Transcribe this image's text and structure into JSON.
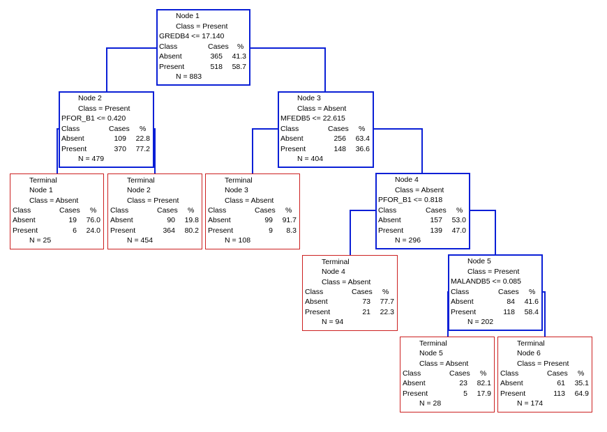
{
  "colors": {
    "split_border": "#0a1fd6",
    "terminal_border": "#cc1f1f",
    "edge": "#0a1fd6"
  },
  "nodes": {
    "n1": {
      "title": "Node 1",
      "cls": "Class = Present",
      "split": "GREDB4 <= 17.140",
      "h_class": "Class",
      "h_cases": "Cases",
      "h_pct": "%",
      "r1_label": "Absent",
      "r1_cases": "365",
      "r1_pct": "41.3",
      "r2_label": "Present",
      "r2_cases": "518",
      "r2_pct": "58.7",
      "n": "N = 883"
    },
    "n2": {
      "title": "Node 2",
      "cls": "Class = Present",
      "split": "PFOR_B1 <=  0.420",
      "h_class": "Class",
      "h_cases": "Cases",
      "h_pct": "%",
      "r1_label": "Absent",
      "r1_cases": "109",
      "r1_pct": "22.8",
      "r2_label": "Present",
      "r2_cases": "370",
      "r2_pct": "77.2",
      "n": "N = 479"
    },
    "n3": {
      "title": "Node 3",
      "cls": "Class = Absent",
      "split": "MFEDB5 <= 22.615",
      "h_class": "Class",
      "h_cases": "Cases",
      "h_pct": "%",
      "r1_label": "Absent",
      "r1_cases": "256",
      "r1_pct": "63.4",
      "r2_label": "Present",
      "r2_cases": "148",
      "r2_pct": "36.6",
      "n": "N = 404"
    },
    "n4": {
      "title": "Node 4",
      "cls": "Class = Absent",
      "split": "PFOR_B1 <=  0.818",
      "h_class": "Class",
      "h_cases": "Cases",
      "h_pct": "%",
      "r1_label": "Absent",
      "r1_cases": "157",
      "r1_pct": "53.0",
      "r2_label": "Present",
      "r2_cases": "139",
      "r2_pct": "47.0",
      "n": "N = 296"
    },
    "n5": {
      "title": "Node 5",
      "cls": "Class = Present",
      "split": "MALANDB5 <=  0.085",
      "h_class": "Class",
      "h_cases": "Cases",
      "h_pct": "%",
      "r1_label": "Absent",
      "r1_cases": "84",
      "r1_pct": "41.6",
      "r2_label": "Present",
      "r2_cases": "118",
      "r2_pct": "58.4",
      "n": "N = 202"
    },
    "t1": {
      "title": "Terminal",
      "title2": "Node 1",
      "cls": "Class = Absent",
      "h_class": "Class",
      "h_cases": "Cases",
      "h_pct": "%",
      "r1_label": "Absent",
      "r1_cases": "19",
      "r1_pct": "76.0",
      "r2_label": "Present",
      "r2_cases": "6",
      "r2_pct": "24.0",
      "n": "N = 25"
    },
    "t2": {
      "title": "Terminal",
      "title2": "Node 2",
      "cls": "Class = Present",
      "h_class": "Class",
      "h_cases": "Cases",
      "h_pct": "%",
      "r1_label": "Absent",
      "r1_cases": "90",
      "r1_pct": "19.8",
      "r2_label": "Present",
      "r2_cases": "364",
      "r2_pct": "80.2",
      "n": "N = 454"
    },
    "t3": {
      "title": "Terminal",
      "title2": "Node 3",
      "cls": "Class = Absent",
      "h_class": "Class",
      "h_cases": "Cases",
      "h_pct": "%",
      "r1_label": "Absent",
      "r1_cases": "99",
      "r1_pct": "91.7",
      "r2_label": "Present",
      "r2_cases": "9",
      "r2_pct": "8.3",
      "n": "N = 108"
    },
    "t4": {
      "title": "Terminal",
      "title2": "Node 4",
      "cls": "Class = Absent",
      "h_class": "Class",
      "h_cases": "Cases",
      "h_pct": "%",
      "r1_label": "Absent",
      "r1_cases": "73",
      "r1_pct": "77.7",
      "r2_label": "Present",
      "r2_cases": "21",
      "r2_pct": "22.3",
      "n": "N = 94"
    },
    "t5": {
      "title": "Terminal",
      "title2": "Node 5",
      "cls": "Class = Absent",
      "h_class": "Class",
      "h_cases": "Cases",
      "h_pct": "%",
      "r1_label": "Absent",
      "r1_cases": "23",
      "r1_pct": "82.1",
      "r2_label": "Present",
      "r2_cases": "5",
      "r2_pct": "17.9",
      "n": "N = 28"
    },
    "t6": {
      "title": "Terminal",
      "title2": "Node 6",
      "cls": "Class = Present",
      "h_class": "Class",
      "h_cases": "Cases",
      "h_pct": "%",
      "r1_label": "Absent",
      "r1_cases": "61",
      "r1_pct": "35.1",
      "r2_label": "Present",
      "r2_cases": "113",
      "r2_pct": "64.9",
      "n": "N = 174"
    }
  }
}
